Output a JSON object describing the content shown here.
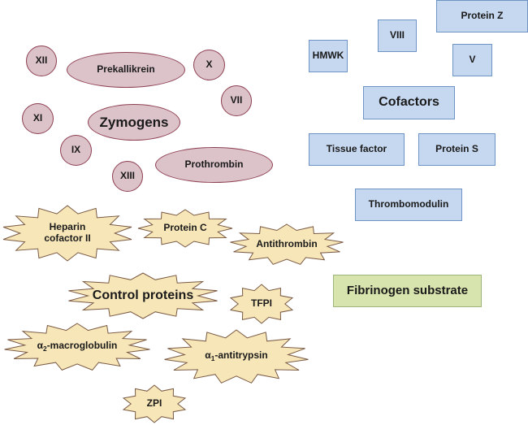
{
  "colors": {
    "zymogen_fill": "#dcc3c9",
    "zymogen_stroke": "#8e3f52",
    "cofactor_fill": "#c6d8f0",
    "cofactor_stroke": "#6e94c6",
    "control_fill": "#f7e6b8",
    "control_stroke": "#7a5a44",
    "substrate_fill": "#d7e4ad",
    "substrate_stroke": "#9db57a"
  },
  "zymogens": {
    "title": "Zymogens",
    "items": [
      "XII",
      "Prekallikrein",
      "X",
      "VII",
      "XI",
      "IX",
      "XIII",
      "Prothrombin"
    ]
  },
  "cofactors": {
    "title": "Cofactors",
    "items": [
      "HMWK",
      "VIII",
      "Protein Z",
      "V",
      "Tissue factor",
      "Protein S",
      "Thrombomodulin"
    ]
  },
  "control_proteins": {
    "title": "Control proteins",
    "items": [
      "Heparin cofactor II",
      "Protein C",
      "Antithrombin",
      "TFPI",
      "α2-macroglobulin",
      "α1-antitrypsin",
      "ZPI"
    ],
    "alpha2": {
      "greek": "α",
      "subscript": "2",
      "rest": "-macroglobulin"
    },
    "alpha1": {
      "greek": "α",
      "subscript": "1",
      "rest": "-antitrypsin"
    },
    "heparin_line1": "Heparin",
    "heparin_line2": "cofactor II"
  },
  "substrate": {
    "title": "Fibrinogen substrate"
  }
}
